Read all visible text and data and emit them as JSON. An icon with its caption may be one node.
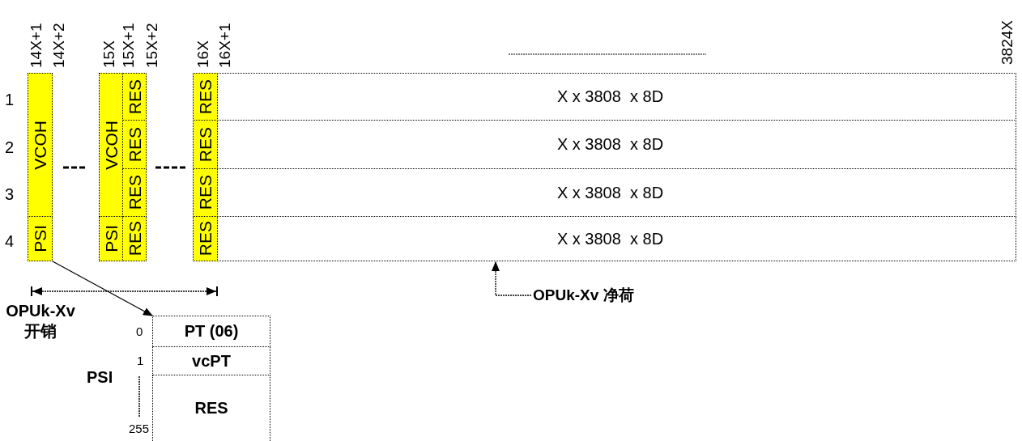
{
  "diagram": {
    "nodes": [
      {
        "text": [
          "VCOH"
        ]
      },
      {
        "text": [
          "PSI"
        ]
      },
      {
        "text": [
          "VCOH"
        ]
      },
      {
        "text": [
          "PSI"
        ]
      },
      {
        "text": [
          "RES"
        ]
      },
      {
        "text": [
          "RES"
        ]
      },
      {
        "text": [
          "RES"
        ]
      },
      {
        "text": [
          "RES"
        ]
      },
      {
        "text": [
          "RES"
        ]
      },
      {
        "text": [
          "RES"
        ]
      },
      {
        "text": [
          "RES"
        ]
      },
      {
        "text": [
          "RES"
        ]
      },
      {
        "text": [
          "X x 3808  x 8D"
        ]
      },
      {
        "text": [
          "X x 3808  x 8D"
        ]
      },
      {
        "text": [
          "X x 3808  x 8D"
        ]
      },
      {
        "text": [
          "X x 3808  x 8D"
        ]
      },
      {
        "text": [
          "PT (06)"
        ]
      },
      {
        "text": [
          "vcPT"
        ]
      },
      {
        "text": [
          "RES"
        ]
      },
      {
        "text": [
          "OPUk-Xv 净荷"
        ]
      }
    ],
    "edges": [
      {
        "from": 1,
        "to": 16,
        "arrow": "to"
      },
      {
        "from": 19,
        "to": 15,
        "arrow": "to",
        "style": "dashed"
      }
    ],
    "labels": [
      "14X+1",
      "14X+2",
      "15X",
      "15X+1",
      "15X+2",
      "16X",
      "16X+1",
      "3824X",
      "1",
      "2",
      "3",
      "4",
      "OPUk-Xv 开销",
      "0",
      "1",
      "PSI",
      "255"
    ]
  }
}
